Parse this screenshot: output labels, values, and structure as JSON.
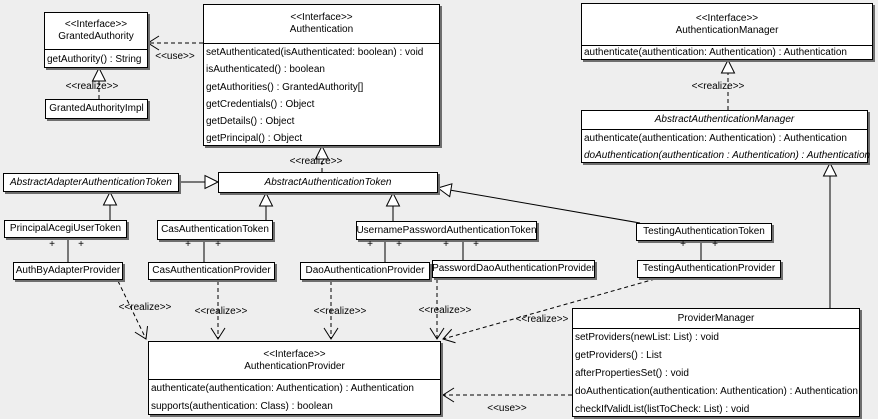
{
  "classes": {
    "granted_authority": {
      "stereotype": "<<Interface>>",
      "name": "GrantedAuthority",
      "methods": [
        "getAuthority() : String"
      ]
    },
    "granted_authority_impl": {
      "name": "GrantedAuthorityImpl"
    },
    "authentication": {
      "stereotype": "<<Interface>>",
      "name": "Authentication",
      "methods": [
        "setAuthenticated(isAuthenticated: boolean) : void",
        "isAuthenticated() : boolean",
        "getAuthorities() : GrantedAuthority[]",
        "getCredentials() : Object",
        "getDetails() : Object",
        "getPrincipal() : Object"
      ]
    },
    "authentication_manager": {
      "stereotype": "<<Interface>>",
      "name": "AuthenticationManager",
      "methods": [
        "authenticate(authentication: Authentication) : Authentication"
      ]
    },
    "abstract_authentication_manager": {
      "name": "AbstractAuthenticationManager",
      "methods": [
        "authenticate(authentication: Authentication) : Authentication",
        "doAuthentication(authentication : Authentication) : Authentication"
      ]
    },
    "abstract_adapter_authentication_token": {
      "name": "AbstractAdapterAuthenticationToken"
    },
    "abstract_authentication_token": {
      "name": "AbstractAuthenticationToken"
    },
    "principal_acegi_user_token": {
      "name": "PrincipalAcegiUserToken"
    },
    "cas_authentication_token": {
      "name": "CasAuthenticationToken"
    },
    "username_password_authentication_token": {
      "name": "UsernamePasswordAuthenticationToken"
    },
    "testing_authentication_token": {
      "name": "TestingAuthenticationToken"
    },
    "auth_by_adapter_provider": {
      "name": "AuthByAdapterProvider"
    },
    "cas_authentication_provider": {
      "name": "CasAuthenticationProvider"
    },
    "dao_authentication_provider": {
      "name": "DaoAuthenticationProvider"
    },
    "password_dao_authentication_provider": {
      "name": "PasswordDaoAuthenticationProvider"
    },
    "testing_authentication_provider": {
      "name": "TestingAuthenticationProvider"
    },
    "authentication_provider": {
      "stereotype": "<<Interface>>",
      "name": "AuthenticationProvider",
      "methods": [
        "authenticate(authentication: Authentication) : Authentication",
        "supports(authentication: Class) : boolean"
      ]
    },
    "provider_manager": {
      "name": "ProviderManager",
      "methods": [
        "setProviders(newList: List) : void",
        "getProviders() : List",
        "afterPropertiesSet() : void",
        "doAuthentication(authentication: Authentication) : Authentication",
        "checkIfValidList(listToCheck: List) : void"
      ]
    }
  },
  "labels": {
    "use": "<<use>>",
    "realize": "<<realize>>",
    "plus": "+"
  },
  "colors": {
    "background": "#eeeeee",
    "box_fill": "#ffffff",
    "line": "#000000",
    "shadow": "#6e6e6e"
  }
}
